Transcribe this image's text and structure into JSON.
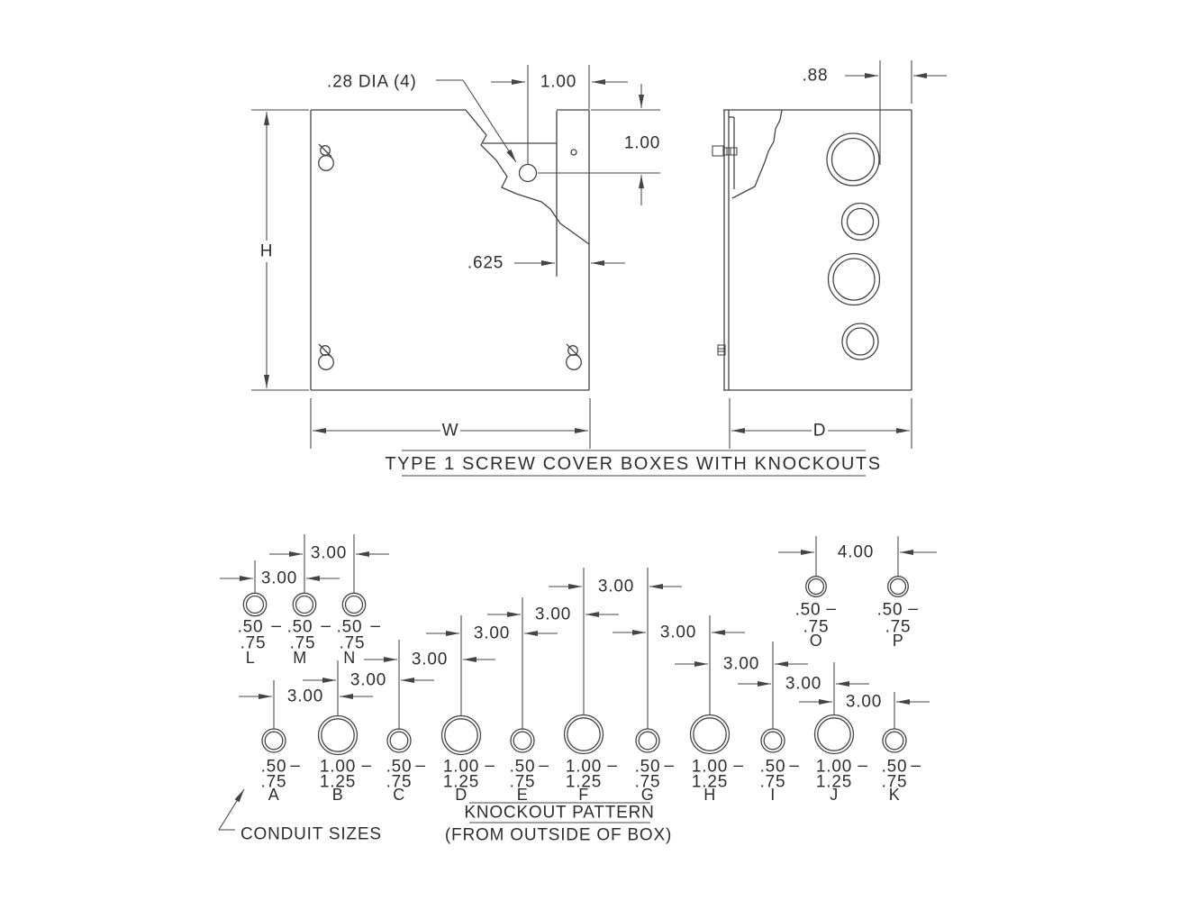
{
  "title": "TYPE 1 SCREW COVER BOXES WITH KNOCKOUTS",
  "front_view": {
    "hole_callout": ".28 DIA (4)",
    "dim_hole_x": "1.00",
    "dim_hole_y": "1.00",
    "dim_inset": ".625",
    "height_label": "H",
    "width_label": "W"
  },
  "side_view": {
    "dim_knockout_edge": ".88",
    "depth_label": "D"
  },
  "pattern": {
    "heading": "KNOCKOUT PATTERN",
    "subheading": "(FROM OUTSIDE OF BOX)",
    "note": "CONDUIT SIZES",
    "dash": "–",
    "dims": {
      "AB": "3.00",
      "BC": "3.00",
      "CD": "3.00",
      "DE": "3.00",
      "EF": "3.00",
      "FG": "3.00",
      "GH": "3.00",
      "HI": "3.00",
      "IJ": "3.00",
      "JK": "3.00",
      "LM": "3.00",
      "MN": "3.00",
      "OP": "4.00"
    },
    "knockouts": {
      "A": {
        "letter": "A",
        "size1": ".50",
        "size2": ".75"
      },
      "B": {
        "letter": "B",
        "size1": "1.00",
        "size2": "1.25"
      },
      "C": {
        "letter": "C",
        "size1": ".50",
        "size2": ".75"
      },
      "D": {
        "letter": "D",
        "size1": "1.00",
        "size2": "1.25"
      },
      "E": {
        "letter": "E",
        "size1": ".50",
        "size2": ".75"
      },
      "F": {
        "letter": "F",
        "size1": "1.00",
        "size2": "1.25"
      },
      "G": {
        "letter": "G",
        "size1": ".50",
        "size2": ".75"
      },
      "H": {
        "letter": "H",
        "size1": "1.00",
        "size2": "1.25"
      },
      "I": {
        "letter": "I",
        "size1": ".50",
        "size2": ".75"
      },
      "J": {
        "letter": "J",
        "size1": "1.00",
        "size2": "1.25"
      },
      "K": {
        "letter": "K",
        "size1": ".50",
        "size2": ".75"
      },
      "L": {
        "letter": "L",
        "size1": ".50",
        "size2": ".75"
      },
      "M": {
        "letter": "M",
        "size1": ".50",
        "size2": ".75"
      },
      "N": {
        "letter": "N",
        "size1": ".50",
        "size2": ".75"
      },
      "O": {
        "letter": "O",
        "size1": ".50",
        "size2": ".75"
      },
      "P": {
        "letter": "P",
        "size1": ".50",
        "size2": ".75"
      }
    }
  }
}
